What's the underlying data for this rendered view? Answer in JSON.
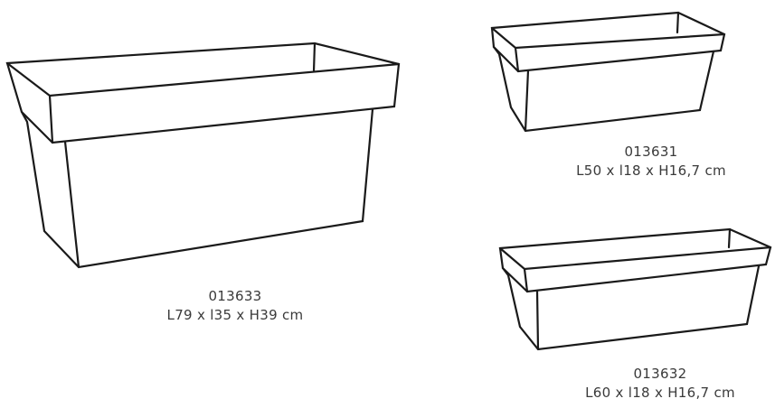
{
  "products": [
    {
      "id": "large",
      "code": "013633",
      "dimensions": "L79 x l35 x H39 cm"
    },
    {
      "id": "small",
      "code": "013631",
      "dimensions": "L50 x l18 x H16,7 cm"
    },
    {
      "id": "medium",
      "code": "013632",
      "dimensions": "L60 x l18 x H16,7 cm"
    }
  ],
  "colors": {
    "line": "#1a1a1a",
    "text": "#3a3a3a",
    "background": "#ffffff"
  }
}
